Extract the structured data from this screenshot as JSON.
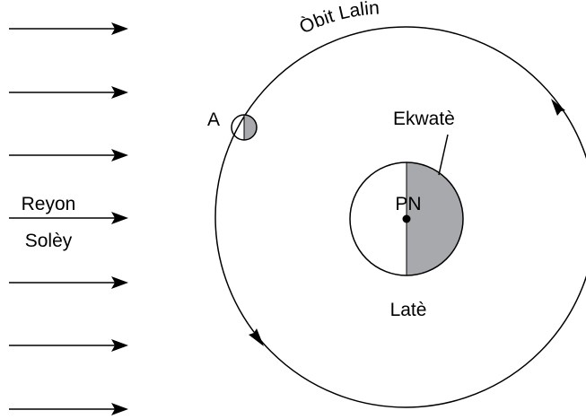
{
  "labels": {
    "orbit": "Òbit Lalin",
    "moon_position": "A",
    "equator": "Ekwatè",
    "north_pole": "PN",
    "earth": "Latè",
    "sun_rays_line1": "Reyon",
    "sun_rays_line2": "Solèy"
  },
  "colors": {
    "line": "#000000",
    "shadow": "#a7a9ac",
    "background": "#ffffff"
  }
}
